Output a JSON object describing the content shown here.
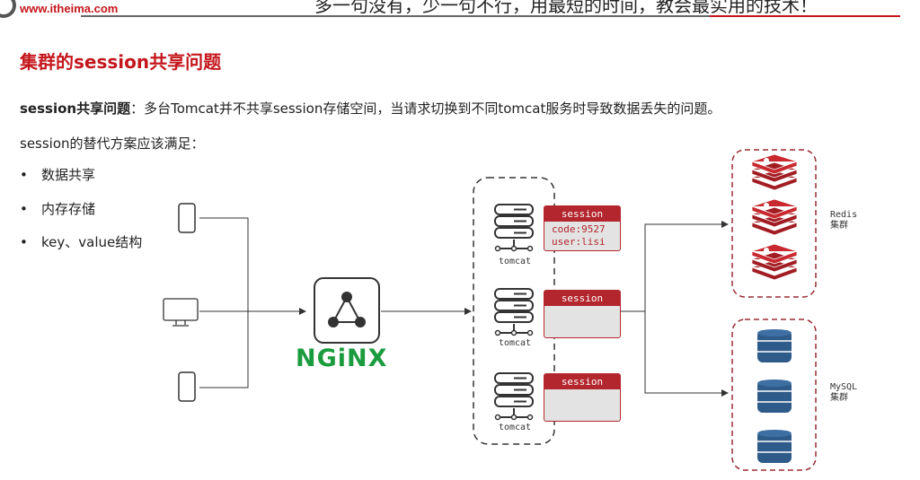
{
  "header": {
    "url": "www.itheima.com",
    "slogan": "多一句没有，少一句不行，用最短的时间，教会最实用的技术！"
  },
  "title": "集群的session共享问题",
  "problem": {
    "label": "session共享问题",
    "text": "：多台Tomcat并不共享session存储空间，当请求切换到不同tomcat服务时导致数据丢失的问题。"
  },
  "requirement": "session的替代方案应该满足：",
  "bullets": [
    "数据共享",
    "内存存储",
    "key、value结构"
  ],
  "diagram": {
    "nginx": "NGiNX",
    "tomcat": "tomcat",
    "session_header": "session",
    "session1_lines": [
      "code:9527",
      "user:lisi"
    ],
    "redis_label": [
      "Redis",
      "集群"
    ],
    "mysql_label": [
      "MySQL",
      "集群"
    ]
  },
  "colors": {
    "accent": "#c4161c",
    "nginx": "#1a9c3e",
    "db": "#2f5b8a"
  }
}
